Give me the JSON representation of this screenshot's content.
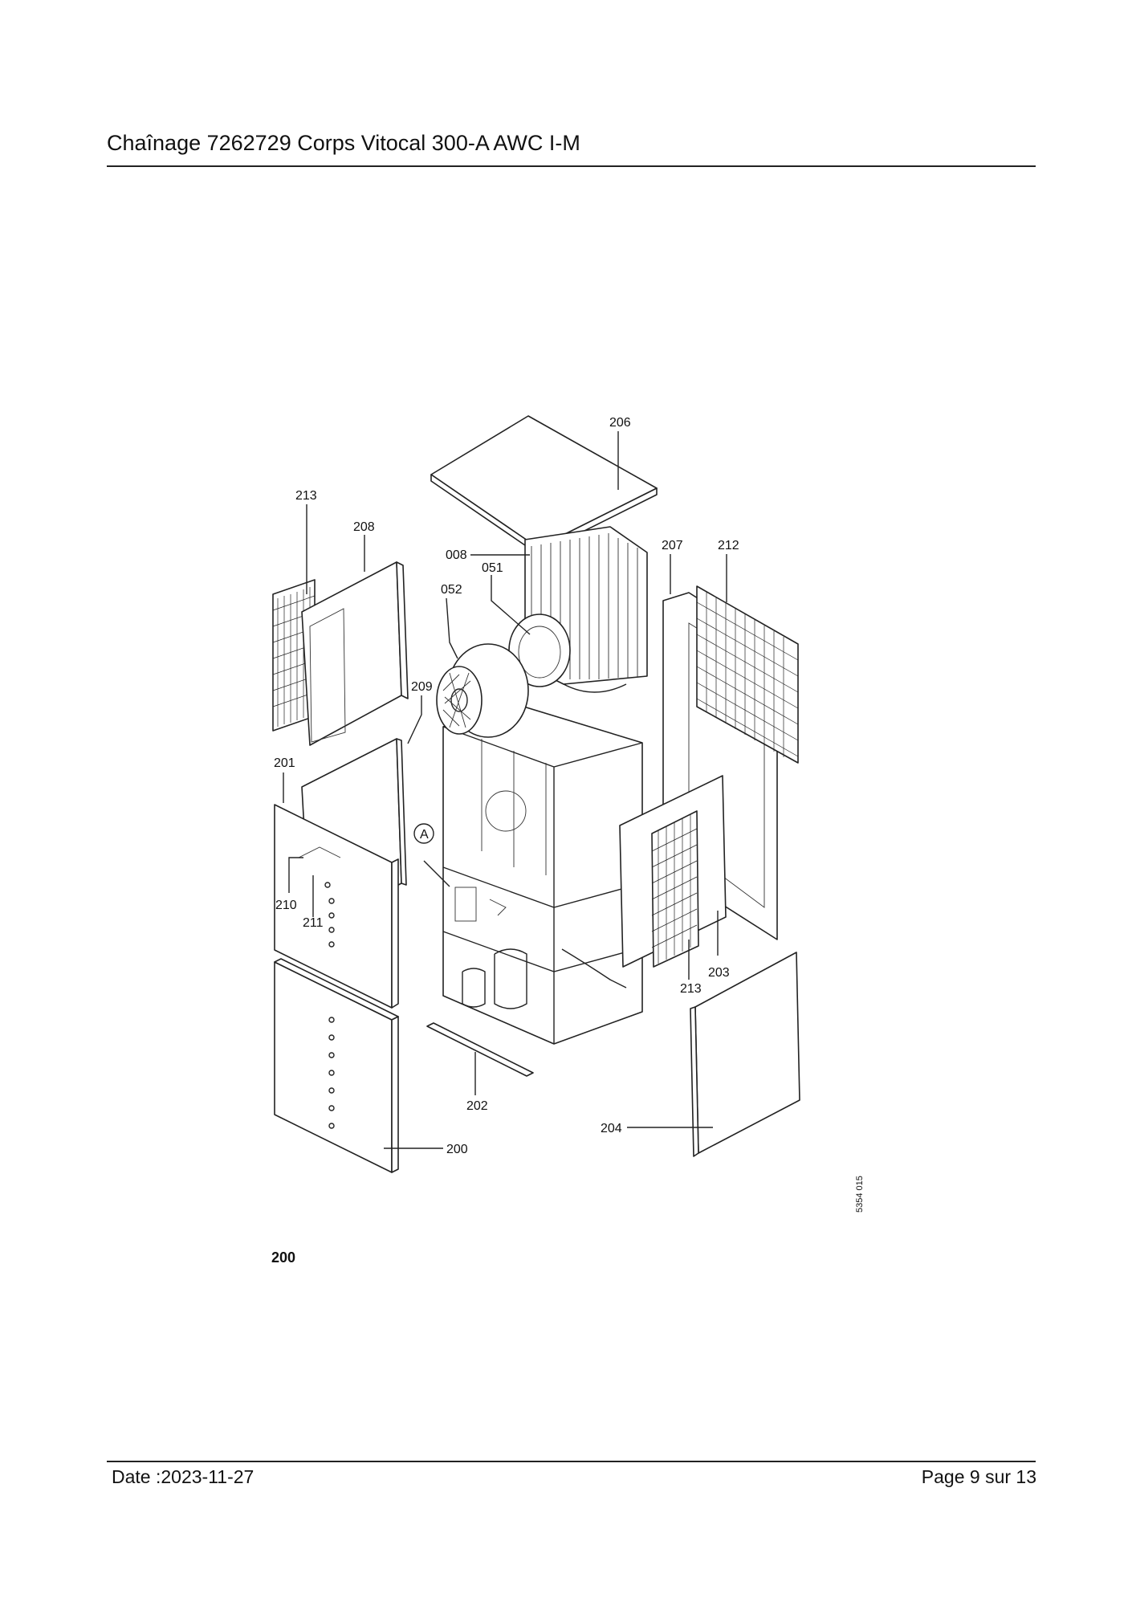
{
  "header": {
    "title": "Chaînage 7262729 Corps Vitocal 300-A AWC I-M"
  },
  "diagram": {
    "callouts": {
      "p206": "206",
      "p213a": "213",
      "p208": "208",
      "p008": "008",
      "p051": "051",
      "p052": "052",
      "p207": "207",
      "p212": "212",
      "p209": "209",
      "p201": "201",
      "pA": "A",
      "p210": "210",
      "p211": "211",
      "p203": "203",
      "p213b": "213",
      "p202": "202",
      "p204": "204",
      "p200": "200"
    },
    "drawing_code": "5354 015",
    "figure_label": "200"
  },
  "footer": {
    "date": "Date :2023-11-27",
    "page": "Page 9 sur  13"
  }
}
